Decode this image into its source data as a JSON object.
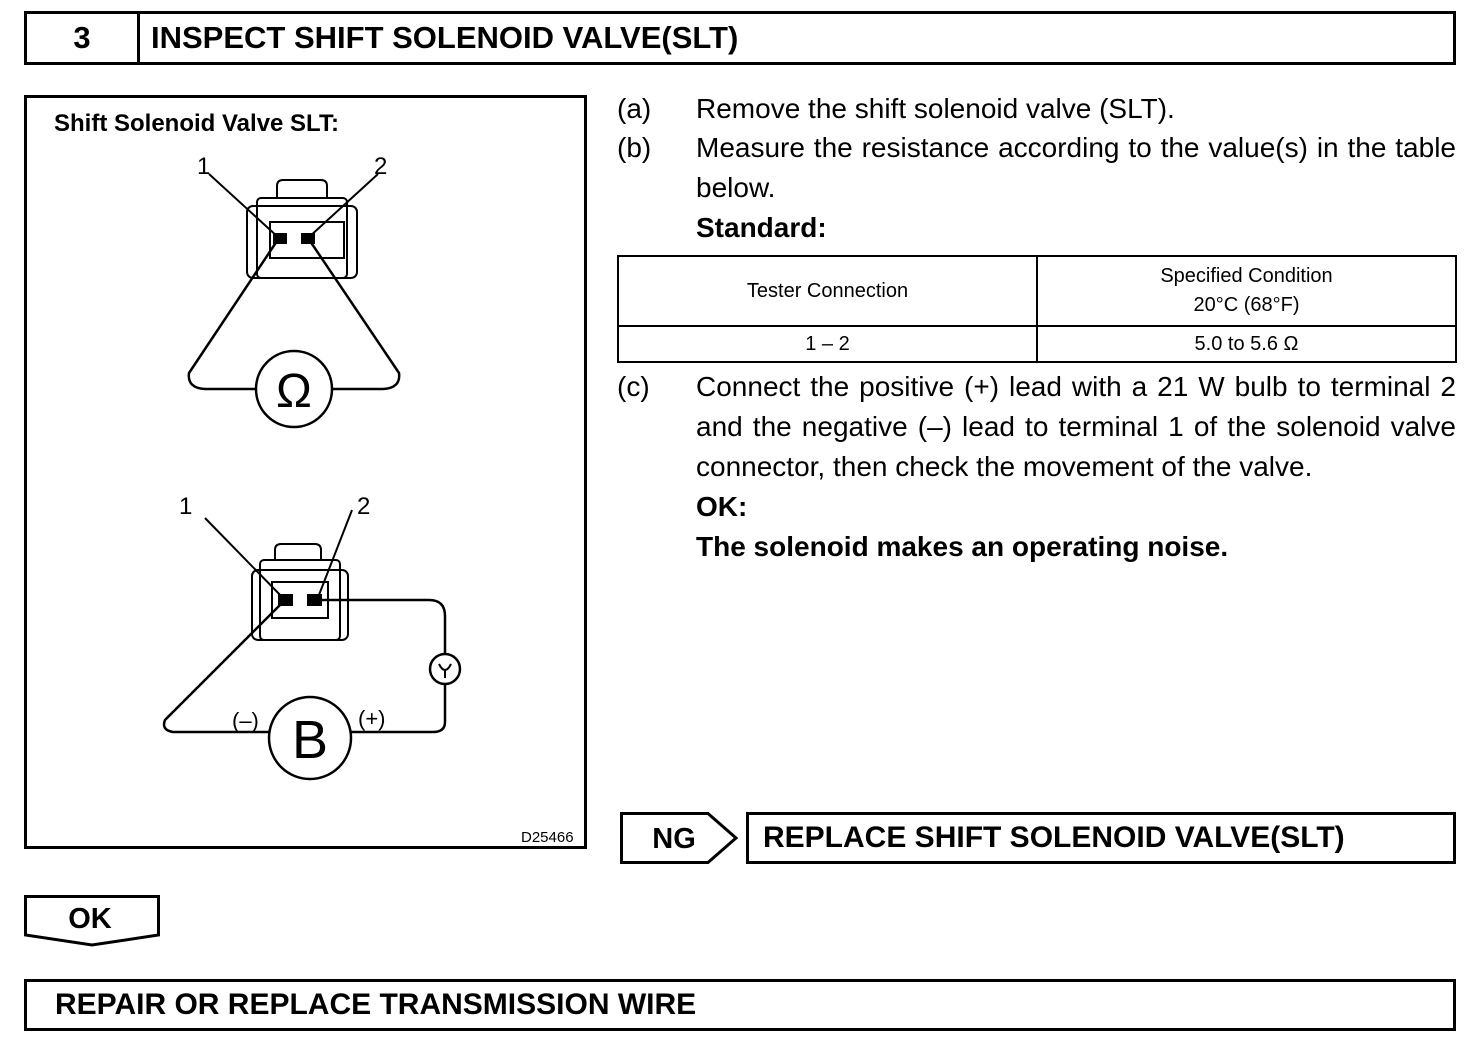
{
  "header": {
    "step_number": "3",
    "title": "INSPECT SHIFT SOLENOID VALVE(SLT)"
  },
  "figure": {
    "title": "Shift Solenoid Valve SLT:",
    "terminal_1": "1",
    "terminal_2": "2",
    "ohmmeter_symbol": "Ω",
    "battery_symbol": "B",
    "negative_label": "(–)",
    "positive_label": "(+)",
    "figure_id": "D25466",
    "icons": [
      "connector-icon",
      "ohmmeter-icon",
      "battery-icon",
      "bulb-icon"
    ]
  },
  "steps": {
    "a": {
      "label": "(a)",
      "text": "Remove the shift solenoid valve (SLT)."
    },
    "b": {
      "label": "(b)",
      "text": "Measure the resistance according to the value(s) in the table below.",
      "standard": "Standard:"
    },
    "c": {
      "label": "(c)",
      "text": "Connect the positive (+) lead with a 21 W bulb to terminal 2 and the negative (–) lead to terminal 1 of the solenoid valve connector, then check the movement of the valve.",
      "ok_label": "OK:",
      "ok_text": "The solenoid makes an operating noise."
    }
  },
  "table": {
    "col1_header": "Tester Connection",
    "col2_header_line1": "Specified Condition",
    "col2_header_line2": "20°C (68°F)",
    "rows": [
      {
        "connection": "1 – 2",
        "condition": "5.0 to 5.6 Ω"
      }
    ]
  },
  "results": {
    "ng_label": "NG",
    "ng_action": "REPLACE SHIFT SOLENOID VALVE(SLT)",
    "ok_label": "OK",
    "final_action": "REPAIR OR REPLACE TRANSMISSION WIRE"
  }
}
